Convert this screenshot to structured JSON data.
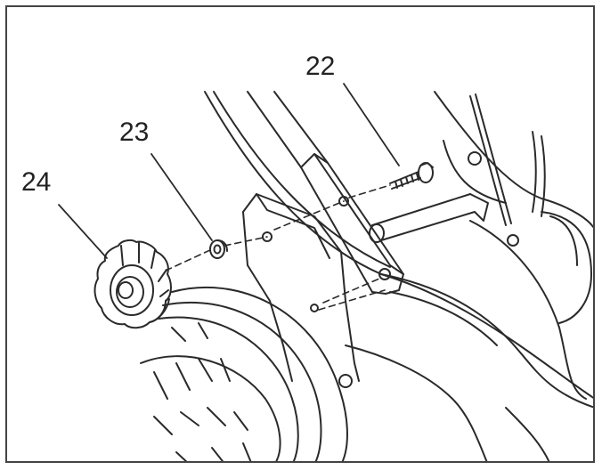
{
  "callouts": {
    "bolt": "22",
    "washer": "23",
    "knob": "24"
  },
  "colors": {
    "line": "#2a2a2a",
    "border": "#444444",
    "background": "#ffffff"
  }
}
